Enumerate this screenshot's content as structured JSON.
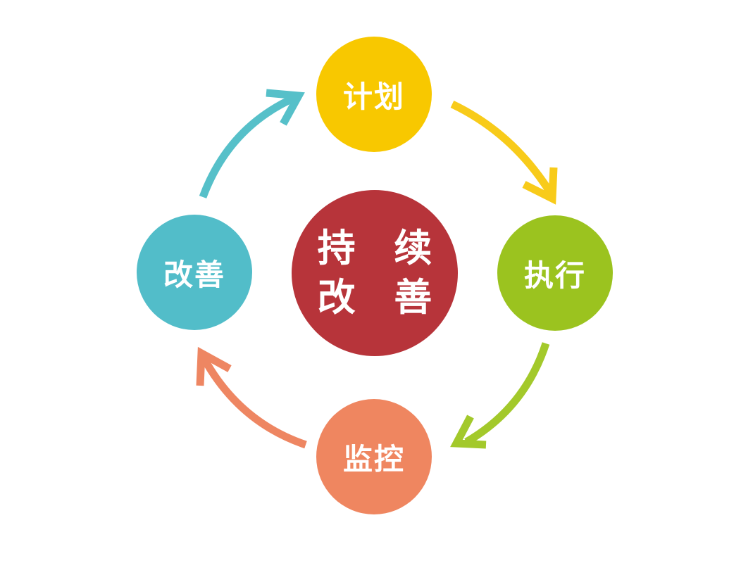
{
  "diagram": {
    "type": "cycle",
    "center": {
      "line1": "持 续",
      "line2": "改 善",
      "color": "#b7343a"
    },
    "nodes": [
      {
        "id": "plan",
        "label": "计划",
        "color": "#f8c800"
      },
      {
        "id": "execute",
        "label": "执行",
        "color": "#9bc31f"
      },
      {
        "id": "monitor",
        "label": "监控",
        "color": "#ef8660"
      },
      {
        "id": "improve",
        "label": "改善",
        "color": "#52bdc9"
      }
    ],
    "arrows": [
      {
        "from": "计划",
        "to": "执行",
        "color": "#f8cb1a"
      },
      {
        "from": "执行",
        "to": "监控",
        "color": "#a3c92b"
      },
      {
        "from": "监控",
        "to": "改善",
        "color": "#ee8662"
      },
      {
        "from": "改善",
        "to": "计划",
        "color": "#56c0c9"
      }
    ]
  }
}
